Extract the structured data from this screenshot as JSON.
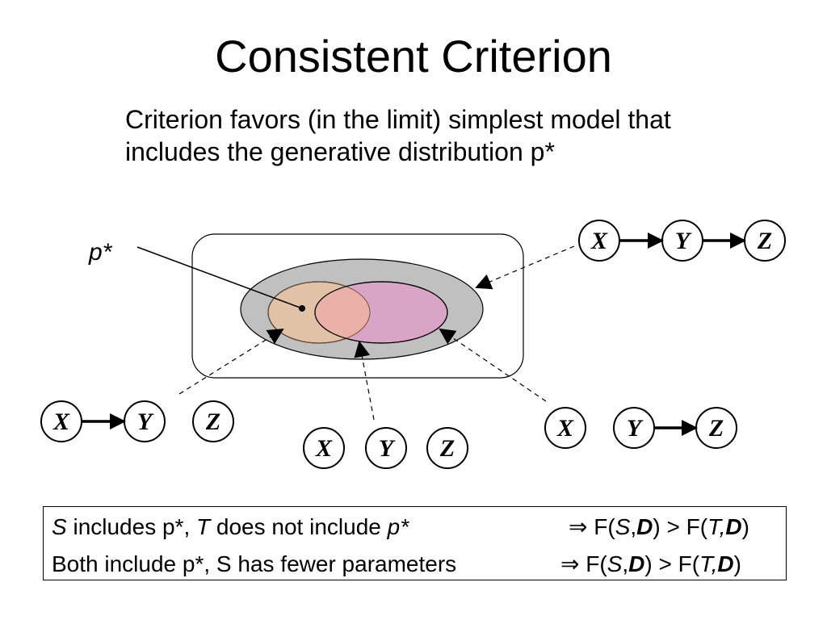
{
  "title": "Consistent Criterion",
  "subtitle": {
    "line1": "Criterion favors (in the limit) simplest model that",
    "line2": "includes the generative distribution p*"
  },
  "diagram": {
    "pstar_label": "p*",
    "colors": {
      "outer_ellipse": "#c0c0c0",
      "left_ellipse": "#e2c2a6",
      "right_ellipse": "#d9a4c6",
      "overlap": "#ebb0a8"
    },
    "nodes": {
      "top_right": {
        "x": "X",
        "y": "Y",
        "z": "Z"
      },
      "bottom_left": {
        "x": "X",
        "y": "Y",
        "z": "Z"
      },
      "bottom_mid": {
        "x": "X",
        "y": "Y",
        "z": "Z"
      },
      "bottom_right": {
        "x": "X",
        "y": "Y",
        "z": "Z"
      }
    }
  },
  "criteria": {
    "row1": {
      "s": "S",
      "text1": " includes p*, ",
      "t": "T",
      "text2": " does not include ",
      "pstar": "p*",
      "implies": "⇒",
      "f1": " F(",
      "s2": "S",
      "comma1": ",",
      "d1": "D",
      "mid": ") > F(",
      "t2": "T,",
      "d2": "D",
      "end": ")"
    },
    "row2": {
      "text": "Both include p*, S has fewer parameters",
      "implies": "⇒",
      "f1": " F(",
      "s2": "S",
      "comma1": ",",
      "d1": "D",
      "mid": ") > F(",
      "t2": "T,",
      "d2": "D",
      "end": ")"
    }
  }
}
